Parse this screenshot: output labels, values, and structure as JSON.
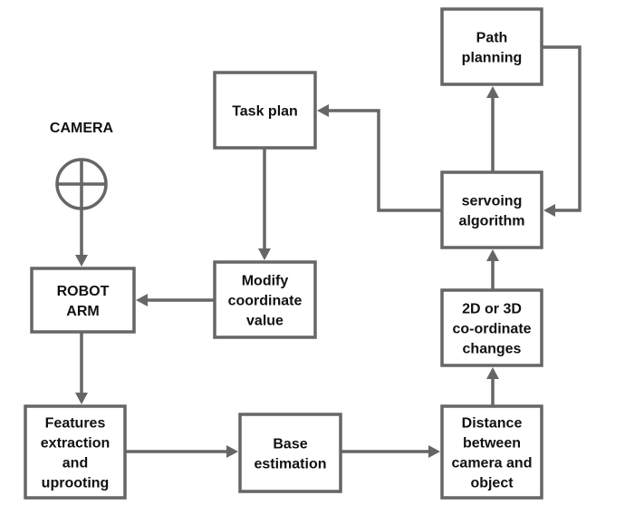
{
  "diagram": {
    "colors": {
      "stroke": "#666666",
      "text": "#111111",
      "background": "#ffffff"
    },
    "nodes": [
      {
        "id": "camera",
        "type": "sensor-icon",
        "label": [
          "CAMERA"
        ]
      },
      {
        "id": "robot_arm",
        "type": "box",
        "label": [
          "ROBOT",
          "ARM"
        ]
      },
      {
        "id": "features",
        "type": "box",
        "label": [
          "Features",
          "extraction",
          "and",
          "uprooting"
        ]
      },
      {
        "id": "base",
        "type": "box",
        "label": [
          "Base",
          "estimation"
        ]
      },
      {
        "id": "distance",
        "type": "box",
        "label": [
          "Distance",
          "between",
          "camera and",
          "object"
        ]
      },
      {
        "id": "coord",
        "type": "box",
        "label": [
          "2D or 3D",
          "co-ordinate",
          "changes"
        ]
      },
      {
        "id": "servoing",
        "type": "box",
        "label": [
          "servoing",
          "algorithm"
        ]
      },
      {
        "id": "path",
        "type": "box",
        "label": [
          "Path",
          "planning"
        ]
      },
      {
        "id": "task",
        "type": "box",
        "label": [
          "Task plan"
        ]
      },
      {
        "id": "modify",
        "type": "box",
        "label": [
          "Modify",
          "coordinate",
          "value"
        ]
      }
    ],
    "edges": [
      {
        "from": "camera",
        "to": "robot_arm"
      },
      {
        "from": "robot_arm",
        "to": "features"
      },
      {
        "from": "features",
        "to": "base"
      },
      {
        "from": "base",
        "to": "distance"
      },
      {
        "from": "distance",
        "to": "coord"
      },
      {
        "from": "coord",
        "to": "servoing"
      },
      {
        "from": "servoing",
        "to": "path"
      },
      {
        "from": "path",
        "to": "servoing"
      },
      {
        "from": "servoing",
        "to": "task"
      },
      {
        "from": "task",
        "to": "modify"
      },
      {
        "from": "modify",
        "to": "robot_arm"
      }
    ]
  }
}
